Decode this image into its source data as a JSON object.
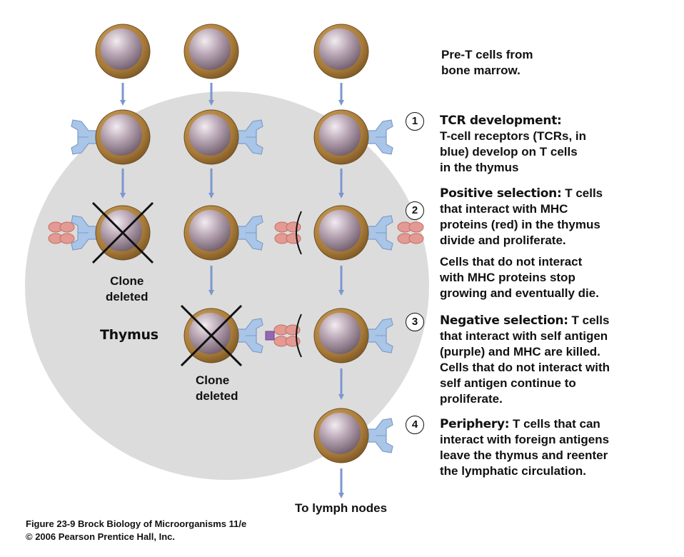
{
  "header_note": {
    "lines": [
      "Pre-T cells from",
      "bone marrow."
    ]
  },
  "steps": [
    {
      "number": "1",
      "title": "TCR development:",
      "lines": [
        "T-cell receptors (TCRs, in",
        "blue) develop on T cells",
        "in the thymus"
      ]
    },
    {
      "number": "2",
      "title": "Positive selection:",
      "first_rest": " T cells",
      "lines": [
        "that interact with MHC",
        "proteins (red) in the thymus",
        "divide and proliferate."
      ],
      "extra_lines": [
        "Cells that do not interact",
        "with MHC proteins stop",
        "growing and eventually die."
      ]
    },
    {
      "number": "3",
      "title": "Negative selection:",
      "first_rest": " T cells",
      "lines": [
        "that interact with self antigen",
        "(purple) and MHC are killed.",
        "Cells that do not interact with",
        "self antigen continue to",
        "proliferate."
      ]
    },
    {
      "number": "4",
      "title": "Periphery:",
      "first_rest": " T cells that can",
      "lines": [
        "interact with foreign antigens",
        "leave the thymus and reenter",
        "the lymphatic circulation."
      ]
    }
  ],
  "labels": {
    "thymus": "Thymus",
    "clone_deleted_1": [
      "Clone",
      "deleted"
    ],
    "clone_deleted_2": [
      "Clone",
      "deleted"
    ],
    "lymph": "To lymph nodes"
  },
  "caption": [
    "Figure 23-9  Brock Biology of Microorganisms 11/e",
    "© 2006 Pearson Prentice Hall, Inc."
  ],
  "colors": {
    "tcr": "#a9c6e8",
    "mhc": "#e39a92",
    "antigen": "#9467b3",
    "arrow": "#7b97cf",
    "thymus": "#dcdcdc",
    "cell_shell": "#a97b3a",
    "nucleus": "#b6a3b0"
  }
}
